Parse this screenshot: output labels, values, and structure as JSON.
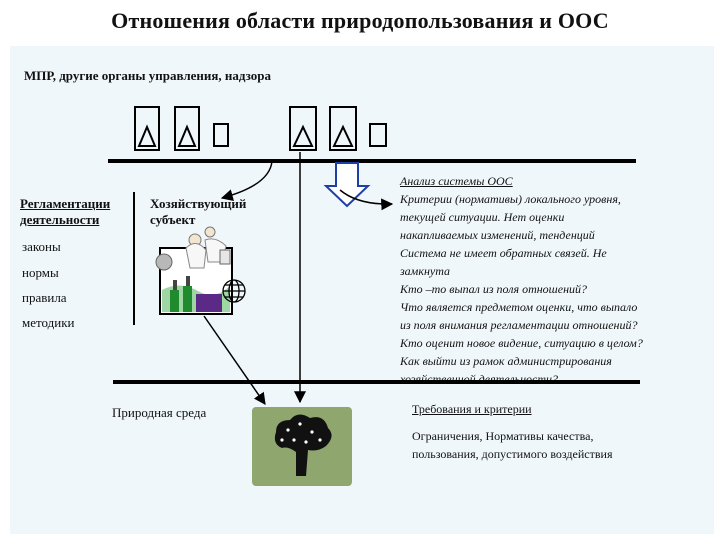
{
  "header": {
    "title": "Отношения области природопользования и ООС"
  },
  "top_bar": {
    "label": "МПР, другие органы управления, надзора"
  },
  "left_column": {
    "heading": "Регламентации деятельности",
    "items": [
      "законы",
      "нормы",
      "правила",
      "методики"
    ]
  },
  "entity": {
    "label": "Хозяйствующий субъект"
  },
  "analysis": {
    "title": "Анализ системы ООС",
    "lines": [
      "Критерии (нормативы) локального уровня,",
      "текущей ситуации. Нет оценки",
      "накапливаемых изменений, тенденций",
      "Система не имеет обратных связей. Не",
      "замкнута",
      "Кто –то выпал из поля отношений?",
      "Что является предметом оценки, что выпало",
      "из поля внимания регламентации отношений?",
      "Кто оценит новое видение, ситуацию в целом?",
      "Как выйти из рамок администрирования",
      "хозяйственной деятельности?"
    ]
  },
  "environment": {
    "label": "Природная среда"
  },
  "requirements": {
    "title": "Требования и критерии",
    "lines": [
      "Ограничения, Нормативы качества,",
      "пользования, допустимого воздействия"
    ]
  },
  "colors": {
    "panel_bg": "#f0f7fb",
    "line": "#000000",
    "tree_box": "#8fa66e",
    "factory_green": "#1f8a2e",
    "factory_purple": "#5b2a86",
    "arrow_fill": "#ffffff",
    "arrow_stroke": "#1f3fa8"
  }
}
